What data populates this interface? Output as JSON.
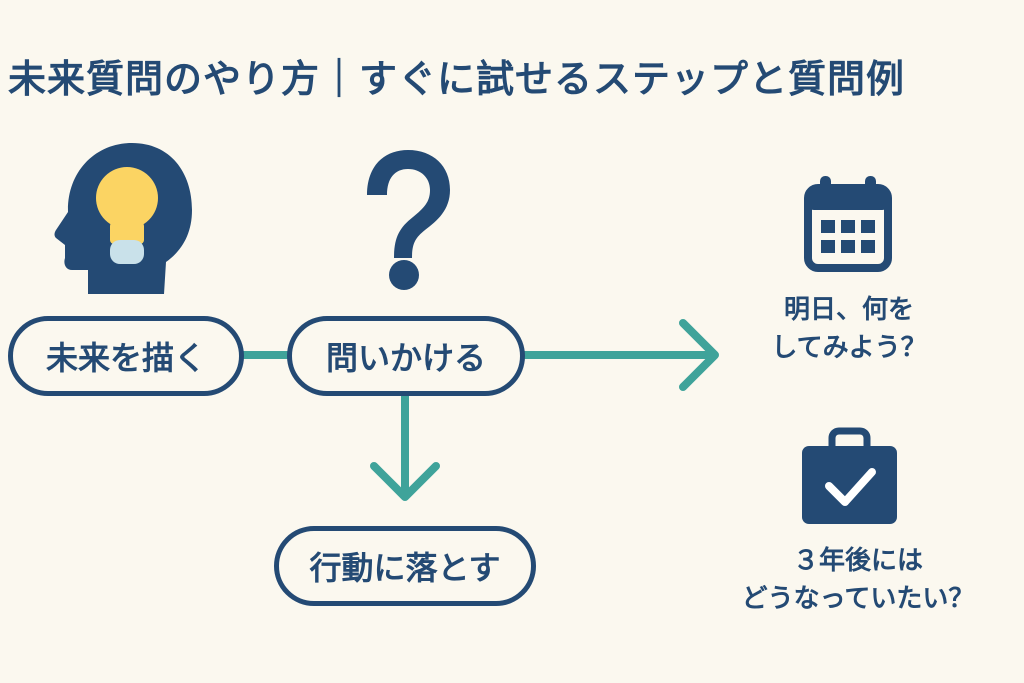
{
  "title": "未来質問のやり方｜すぐに試せるステップと質問例",
  "steps": {
    "envision": "未来を描く",
    "ask": "問いかける",
    "act": "行動に落とす"
  },
  "examples": {
    "tomorrow_line1": "明日、何を",
    "tomorrow_line2": "してみよう？",
    "three_years_line1": "３年後には",
    "three_years_line2": "どうなっていたい？"
  },
  "icons": {
    "head": "head-with-lightbulb-icon",
    "question": "question-mark-icon",
    "calendar": "calendar-icon",
    "briefcase": "briefcase-check-icon"
  },
  "colors": {
    "navy": "#244a74",
    "teal": "#3fa39a",
    "bulb": "#fbd463",
    "bulb_base": "#c9e1ea",
    "background": "#fbf8ef"
  }
}
